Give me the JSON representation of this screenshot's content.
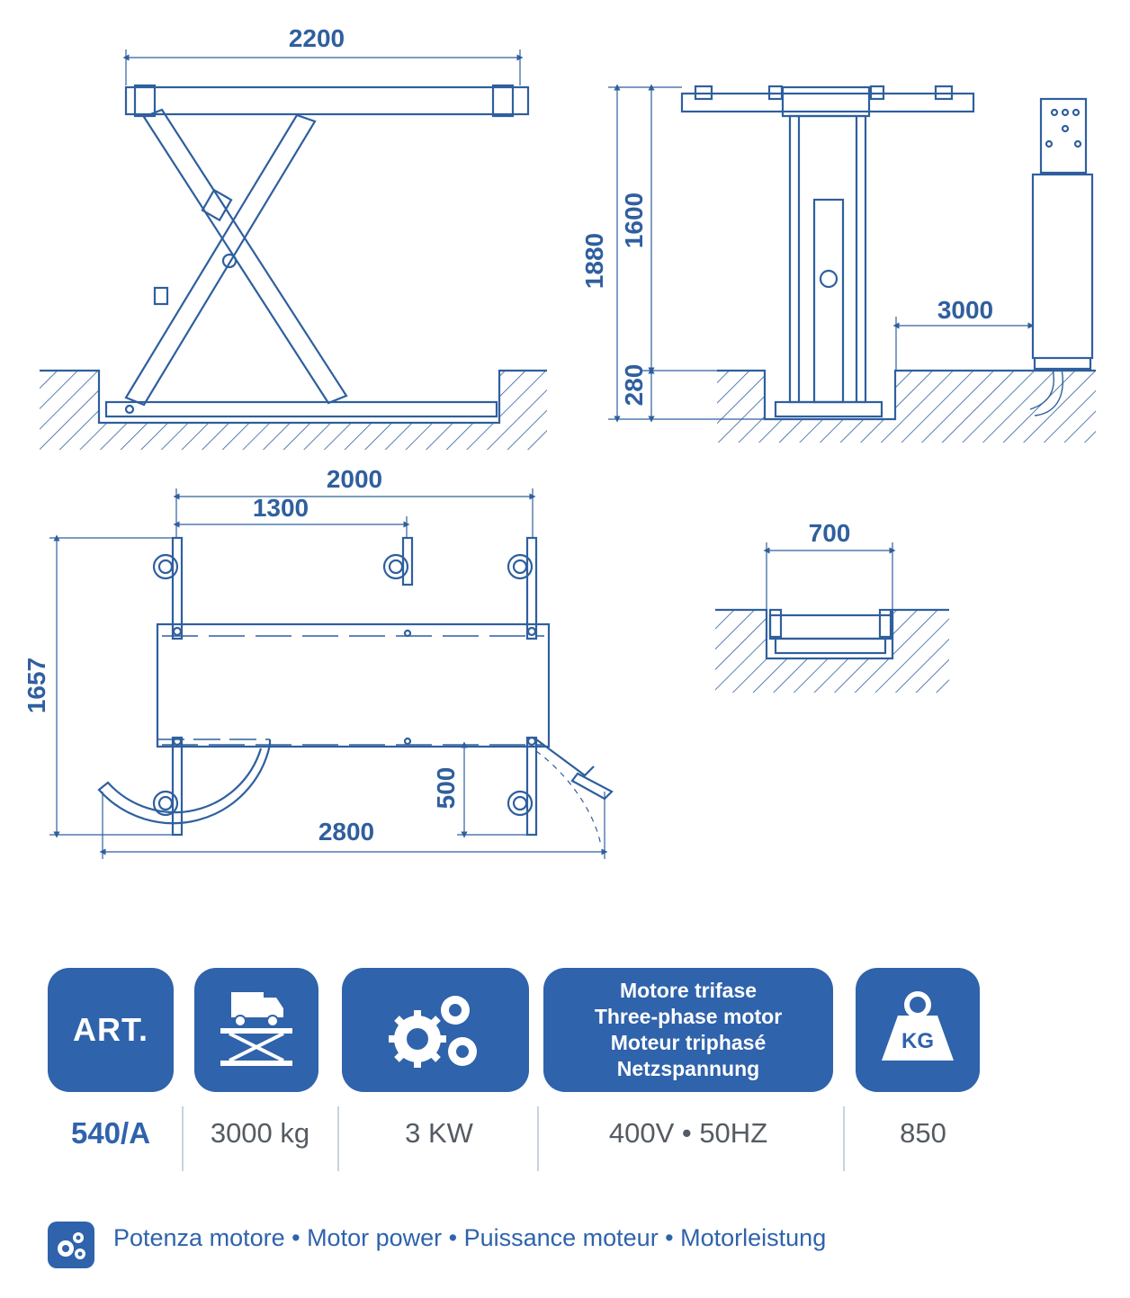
{
  "dimensions": {
    "top_width": "2200",
    "total_height": "1880",
    "lift_height": "1600",
    "lowered_height": "280",
    "control_distance": "3000",
    "base_length": "2000",
    "axle_spacing": "1300",
    "width": "1657",
    "ramp_length": "500",
    "overall_length": "2800",
    "pit_width": "700"
  },
  "specs": {
    "art_label": "ART.",
    "art_value": "540/A",
    "capacity": "3000 kg",
    "power": "3 KW",
    "motor_lines": [
      "Motore trifase",
      "Three-phase motor",
      "Moteur triphasé",
      "Netzspannung"
    ],
    "voltage": "400V • 50HZ",
    "weight_icon_label": "KG",
    "weight": "850"
  },
  "legend": {
    "text": "Potenza motore • Motor power • Puissance moteur • Motorleistung"
  },
  "colors": {
    "line": "#2f5f9e",
    "tile": "#2f63ab",
    "value_text": "#555b63"
  },
  "icons": [
    "truck-lift-icon",
    "gears-icon",
    "weight-icon",
    "gears-small-icon"
  ]
}
